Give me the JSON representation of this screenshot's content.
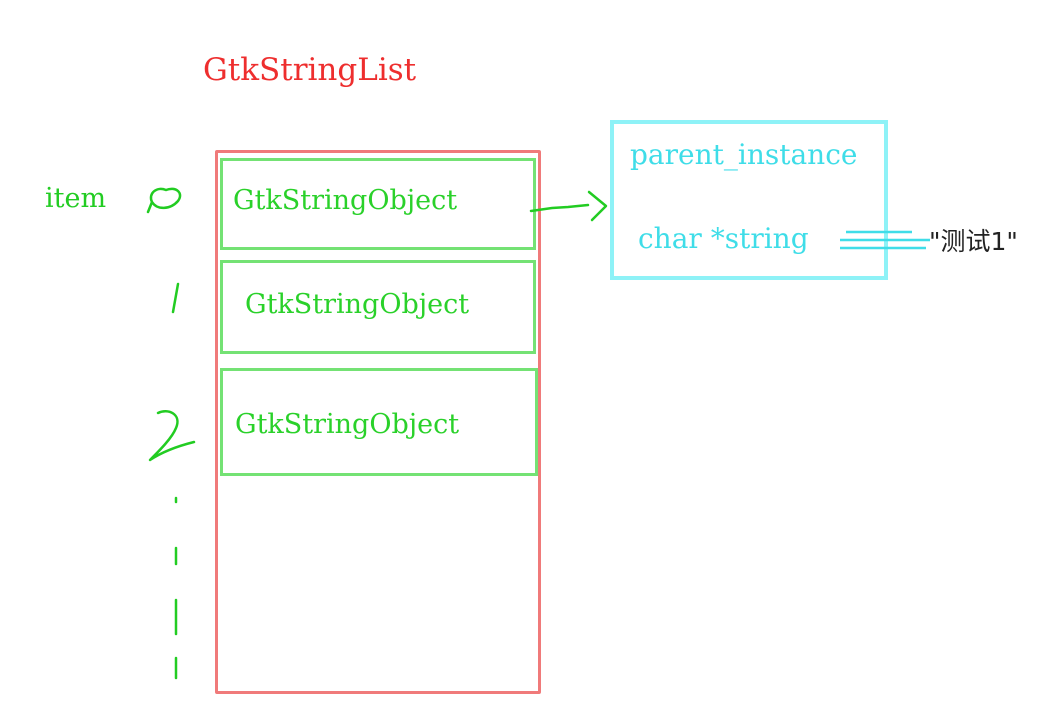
{
  "diagram": {
    "title": "GtkStringList",
    "list": {
      "items": [
        "GtkStringObject",
        "GtkStringObject",
        "GtkStringObject"
      ]
    },
    "index": {
      "label": "item",
      "marks": [
        "0",
        "1",
        "2"
      ]
    },
    "object": {
      "fields": [
        "parent_instance",
        "char *string"
      ]
    },
    "string_value": "\"测试1\"",
    "colors": {
      "list_title": "#ee2e2e",
      "list_border": "#f07a7a",
      "item_border": "#74e274",
      "item_text": "#2ad12a",
      "object_border": "#8ef2f7",
      "object_text": "#3fdde8"
    }
  }
}
